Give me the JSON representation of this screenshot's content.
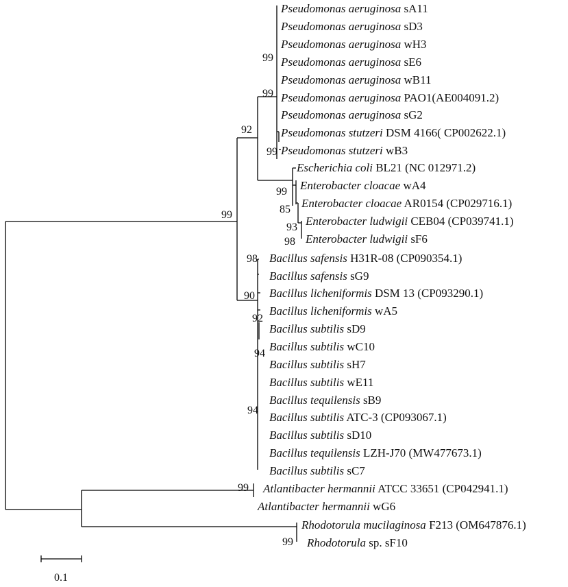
{
  "taxa": [
    {
      "italic": "Pseudomonas aeruginosa",
      "rest": "sA11"
    },
    {
      "italic": "Pseudomonas aeruginosa",
      "rest": "sD3"
    },
    {
      "italic": "Pseudomonas aeruginosa",
      "rest": "wH3"
    },
    {
      "italic": "Pseudomonas aeruginosa",
      "rest": "sE6"
    },
    {
      "italic": "Pseudomonas aeruginosa",
      "rest": "wB11"
    },
    {
      "italic": "Pseudomonas aeruginosa",
      "rest": "PAO1(AE004091.2)"
    },
    {
      "italic": "Pseudomonas aeruginosa",
      "rest": "sG2"
    },
    {
      "italic": "Pseudomonas stutzeri",
      "rest": "DSM 4166( CP002622.1)"
    },
    {
      "italic": "Pseudomonas stutzeri",
      "rest": "wB3"
    },
    {
      "italic": "Escherichia coli",
      "rest": "BL21 (NC 012971.2)"
    },
    {
      "italic": "Enterobacter cloacae",
      "rest": "wA4"
    },
    {
      "italic": "Enterobacter cloacae",
      "rest": "AR0154 (CP029716.1)"
    },
    {
      "italic": "Enterobacter ludwigii",
      "rest": "CEB04 (CP039741.1)"
    },
    {
      "italic": "Enterobacter ludwigii",
      "rest": "sF6"
    },
    {
      "italic": "Bacillus safensis",
      "rest": "H31R-08 (CP090354.1)"
    },
    {
      "italic": "Bacillus safensis",
      "rest": "sG9"
    },
    {
      "italic": "Bacillus licheniformis",
      "rest": "DSM 13 (CP093290.1)"
    },
    {
      "italic": "Bacillus licheniformis",
      "rest": "wA5"
    },
    {
      "italic": "Bacillus subtilis",
      "rest": "sD9"
    },
    {
      "italic": "Bacillus subtilis",
      "rest": "wC10"
    },
    {
      "italic": "Bacillus subtilis",
      "rest": "sH7"
    },
    {
      "italic": "Bacillus subtilis",
      "rest": "wE11"
    },
    {
      "italic": "Bacillus tequilensis",
      "rest": "sB9"
    },
    {
      "italic": "Bacillus subtilis",
      "rest": "ATC-3 (CP093067.1)"
    },
    {
      "italic": "Bacillus subtilis",
      "rest": "sD10"
    },
    {
      "italic": "Bacillus tequilensis",
      "rest": "LZH-J70 (MW477673.1)"
    },
    {
      "italic": "Bacillus subtilis",
      "rest": "sC7"
    },
    {
      "italic": "Atlantibacter hermannii",
      "rest": "ATCC 33651 (CP042941.1)"
    },
    {
      "italic": "Atlantibacter hermannii",
      "rest": "wG6"
    },
    {
      "italic": "Rhodotorula mucilaginosa",
      "rest": "F213 (OM647876.1)"
    },
    {
      "italic": "Rhodotorula",
      "rest": "sp. sF10"
    }
  ],
  "bootstrap": [
    "99",
    "99",
    "92",
    "99",
    "99",
    "85",
    "93",
    "98",
    "99",
    "98",
    "90",
    "92",
    "94",
    "94",
    "99",
    "99"
  ],
  "scale_label": "0.1"
}
